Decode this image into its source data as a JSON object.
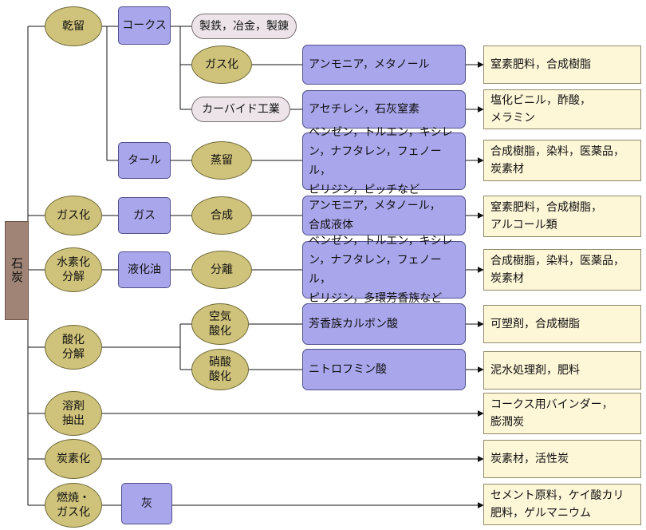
{
  "root": "石炭",
  "processes": {
    "carbonization": "乾留",
    "gasification": "ガス化",
    "hydro": "水素化\n分解",
    "oxidation": "酸化\n分解",
    "solvent": "溶剤\n抽出",
    "carbonize": "炭素化",
    "combustion": "燃焼・\nガス化"
  },
  "products": {
    "coke": "コークス",
    "tar": "タール",
    "gas": "ガス",
    "liquefied_oil": "液化油",
    "ash": "灰"
  },
  "steps": {
    "coke_gasification": "ガス化",
    "distillation": "蒸留",
    "synthesis": "合成",
    "separation": "分離",
    "air_oxidation": "空気\n酸化",
    "nitric_oxidation": "硝酸\n酸化"
  },
  "pills": {
    "steelmaking": "製鉄，冶金，製錬",
    "carbide": "カーバイド工業"
  },
  "chemicals": {
    "ammonia_methanol": "アンモニア，メタノール",
    "acetylene": "アセチレン，石灰窒素",
    "tar_aromatics": "ベンゼン，トルエン，キシレ\nン，ナフタレン，フェノール，\nピリジン，ピッチなど",
    "gas_synthesis": "アンモニア，メタノール，\n合成液体",
    "oil_aromatics": "ベンゼン，トルエン，キシレ\nン，ナフタレン，フェノール，\nピリジン，多環芳香族など",
    "aromatic_carboxylic": "芳香族カルボン酸",
    "nitrohumic": "ニトロフミン酸"
  },
  "uses": {
    "u1": "窒素肥料，合成樹脂",
    "u2": "塩化ビニル，酢酸，\nメラミン",
    "u3": "合成樹脂，染料，医薬品，\n炭素材",
    "u4": "窒素肥料，合成樹脂，\nアルコール類",
    "u5": "合成樹脂，染料，医薬品，\n炭素材",
    "u6": "可塑剤，合成樹脂",
    "u7": "泥水処理剤，肥料",
    "u8": "コークス用バインダー，\n膨潤炭",
    "u9": "炭素材，活性炭",
    "u10": "セメント原料，ケイ酸カリ\n肥料，ゲルマニウム"
  },
  "colors": {
    "root": "#a08576",
    "process": "#cfc27a",
    "product": "#a9a6ec",
    "use": "#fdf7d8",
    "pill": "#ece4e8"
  }
}
